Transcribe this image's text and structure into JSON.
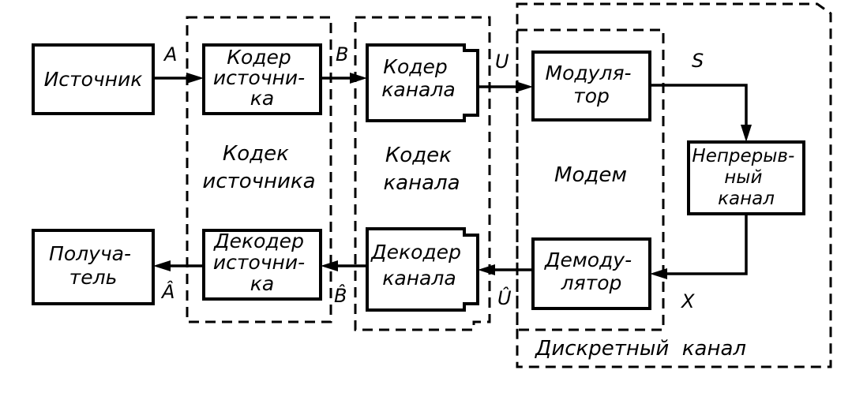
{
  "blocks": {
    "source": [
      "Источник"
    ],
    "source_encoder": [
      "Кодер",
      "источни-",
      "ка"
    ],
    "channel_encoder": [
      "Кодер",
      "канала"
    ],
    "modulator": [
      "Модуля-",
      "тор"
    ],
    "continuous_channel": [
      "Непрерыв-",
      "ный",
      "канал"
    ],
    "demodulator": [
      "Демоду-",
      "лятор"
    ],
    "channel_decoder": [
      "Декодер",
      "канала"
    ],
    "source_decoder": [
      "Декодер",
      "источни-",
      "ка"
    ],
    "receiver": [
      "Получа-",
      "тель"
    ]
  },
  "groups": {
    "source_codec": [
      "Кодек",
      "источника"
    ],
    "channel_codec": [
      "Кодек",
      "канала"
    ],
    "modem": [
      "Модем"
    ],
    "discrete_channel": [
      "Дискретный  канал"
    ]
  },
  "signals": {
    "A": "A",
    "B": "B",
    "U": "U",
    "S": "S",
    "X": "X",
    "A_hat": "Â",
    "B_hat": "B̂",
    "U_hat": "Û"
  }
}
